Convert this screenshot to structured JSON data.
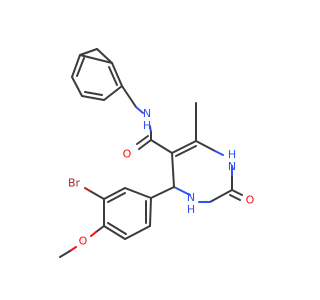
{
  "molecule": {
    "atoms": {
      "nh_amide": "N\nH",
      "o_amide": "O",
      "nh_ring_top": "H\nN",
      "nh_ring_bottom": "N\nH",
      "o_urea": "O",
      "br": "Br",
      "o_methoxy": "O"
    },
    "colors": {
      "carbon": "#3c3c3c",
      "nitrogen": "#3050f8",
      "oxygen": "#ff0d0d",
      "bromine": "#a62929"
    }
  }
}
